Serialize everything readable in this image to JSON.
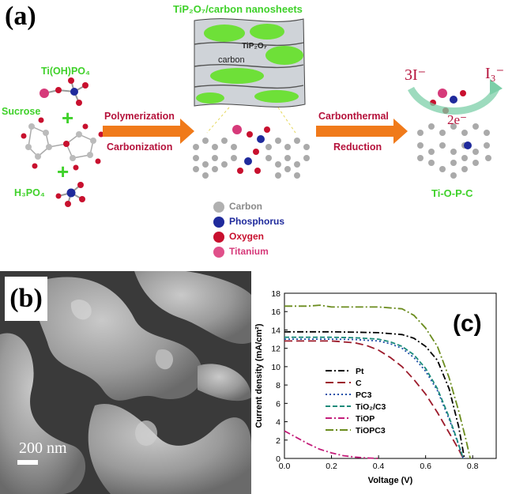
{
  "figure": {
    "panel_a": {
      "label": "(a)",
      "top_title": "TiP₂O₇/carbon nanosheets",
      "precursors": {
        "ti": "Ti(OH)PO₄",
        "sucrose": "Sucrose",
        "h3po4": "H₃PO₄"
      },
      "step1": {
        "line1": "Polymerization",
        "line2": "Carbonization"
      },
      "sheet_labels": {
        "carbon": "carbon",
        "tip2o7": "TiP₂O₇"
      },
      "step2": {
        "line1": "Carbonthermal",
        "line2": "Reduction"
      },
      "product": "Ti-O-P-C",
      "reaction": {
        "left": "3I⁻",
        "electrons": "2e⁻",
        "right": "I₃⁻"
      },
      "legend": [
        {
          "label": "Carbon",
          "color": "#b0b0b0",
          "text_color": "#8a8a8a"
        },
        {
          "label": "Phosphorus",
          "color": "#1f2a9c",
          "text_color": "#1f2a9c"
        },
        {
          "label": "Oxygen",
          "color": "#c8102e",
          "text_color": "#c8102e"
        },
        {
          "label": "Titanium",
          "color": "#e0508a",
          "text_color": "#d63a7a"
        }
      ]
    },
    "panel_b": {
      "label": "(b)",
      "scale_bar": "200 nm"
    },
    "panel_c": {
      "label": "(c)"
    }
  },
  "chart_data": {
    "type": "line",
    "xlabel": "Voltage (V)",
    "ylabel": "Current density (mA/cm²)",
    "xlim": [
      0.0,
      0.9
    ],
    "ylim": [
      0,
      18
    ],
    "xticks": [
      0.0,
      0.2,
      0.4,
      0.6,
      0.8
    ],
    "yticks": [
      0,
      2,
      4,
      6,
      8,
      10,
      12,
      14,
      16,
      18
    ],
    "legend_position": "left",
    "series": [
      {
        "name": "Pt",
        "color": "#000000",
        "dash": "8,3,2,3",
        "x": [
          0,
          0.1,
          0.2,
          0.3,
          0.4,
          0.5,
          0.55,
          0.6,
          0.65,
          0.7,
          0.74,
          0.765
        ],
        "y": [
          13.8,
          13.8,
          13.8,
          13.75,
          13.7,
          13.5,
          13.1,
          12.2,
          10.7,
          7.6,
          3.5,
          0
        ]
      },
      {
        "name": "C",
        "color": "#9c1b2b",
        "dash": "10,5",
        "x": [
          0,
          0.1,
          0.2,
          0.3,
          0.35,
          0.4,
          0.45,
          0.5,
          0.55,
          0.6,
          0.65,
          0.7,
          0.74,
          0.76
        ],
        "y": [
          12.8,
          12.8,
          12.8,
          12.6,
          12.3,
          11.8,
          11.0,
          10.0,
          8.6,
          7.0,
          5.0,
          2.8,
          1.0,
          0
        ]
      },
      {
        "name": "PC3",
        "color": "#1f4fa8",
        "dash": "2,3",
        "x": [
          0,
          0.1,
          0.2,
          0.3,
          0.4,
          0.45,
          0.5,
          0.55,
          0.6,
          0.65,
          0.7,
          0.73,
          0.76
        ],
        "y": [
          13.0,
          13.0,
          13.0,
          12.95,
          12.8,
          12.5,
          12.0,
          11.0,
          9.5,
          7.4,
          4.3,
          2.2,
          0
        ]
      },
      {
        "name": "TiO₂/C3",
        "color": "#1a8a7a",
        "dash": "6,3",
        "x": [
          0,
          0.1,
          0.2,
          0.3,
          0.4,
          0.45,
          0.5,
          0.55,
          0.6,
          0.65,
          0.7,
          0.73,
          0.76
        ],
        "y": [
          13.2,
          13.2,
          13.2,
          13.15,
          13.0,
          12.7,
          12.2,
          11.3,
          9.8,
          7.6,
          4.5,
          2.3,
          0
        ]
      },
      {
        "name": "TiOP",
        "color": "#c41e7a",
        "dash": "8,3,2,3",
        "x": [
          0,
          0.05,
          0.1,
          0.15,
          0.2,
          0.25,
          0.3,
          0.35,
          0.4
        ],
        "y": [
          3.0,
          2.3,
          1.6,
          1.0,
          0.6,
          0.3,
          0.15,
          0.05,
          0
        ]
      },
      {
        "name": "TiOPC3",
        "color": "#6b8c1e",
        "dash": "10,3,2,3",
        "x": [
          0,
          0.1,
          0.15,
          0.2,
          0.3,
          0.4,
          0.5,
          0.55,
          0.6,
          0.65,
          0.7,
          0.74,
          0.77,
          0.79
        ],
        "y": [
          16.6,
          16.6,
          16.7,
          16.5,
          16.5,
          16.5,
          16.3,
          15.6,
          14.2,
          12.2,
          8.8,
          5.2,
          2.2,
          0
        ]
      }
    ]
  }
}
